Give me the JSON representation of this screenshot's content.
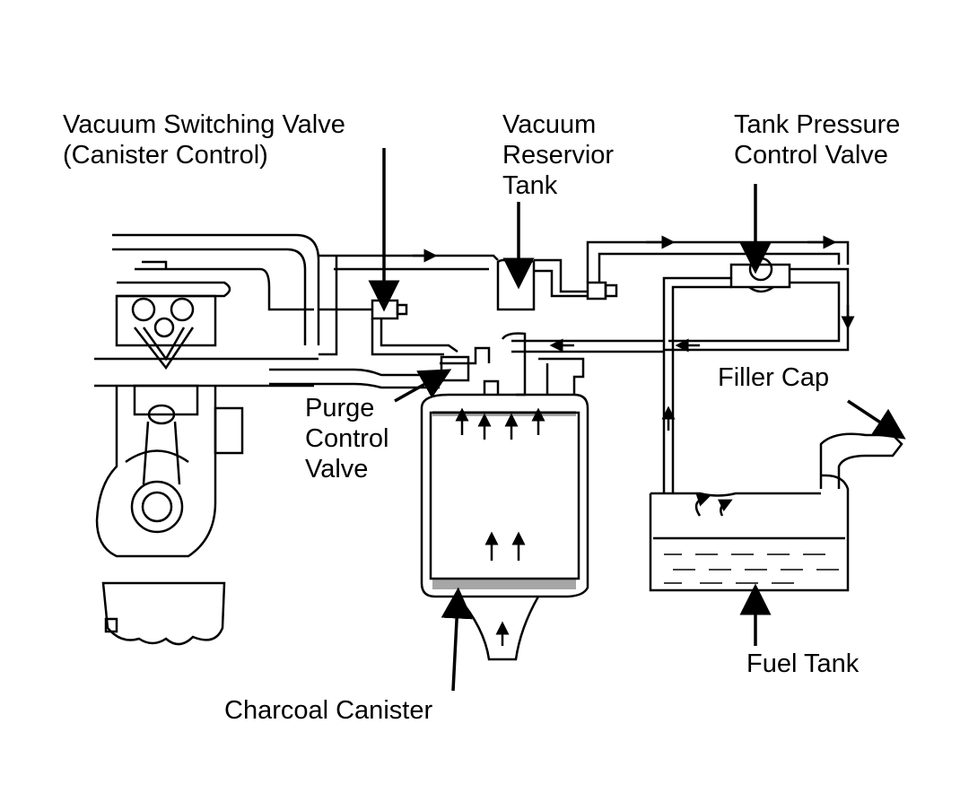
{
  "labels": {
    "vacuum_switching_valve": [
      "Vacuum Switching Valve",
      "(Canister Control)"
    ],
    "vacuum_reservoir_tank": [
      "Vacuum",
      "Reservior",
      "Tank"
    ],
    "tank_pressure_control_valve": [
      "Tank Pressure",
      "Control Valve"
    ],
    "filler_cap": [
      "Filler Cap"
    ],
    "purge_control_valve": [
      "Purge",
      "Control",
      "Valve"
    ],
    "charcoal_canister": [
      "Charcoal Canister"
    ],
    "fuel_tank": [
      "Fuel Tank"
    ]
  },
  "colors": {
    "ink": "#000000",
    "paper": "#ffffff"
  }
}
